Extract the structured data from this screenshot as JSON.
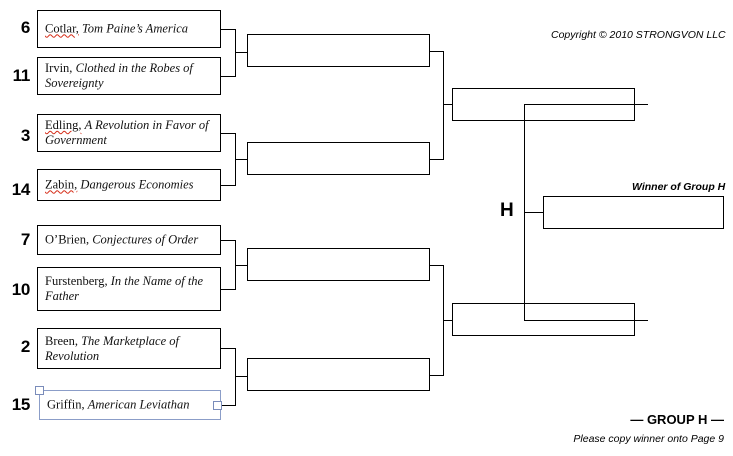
{
  "document": {
    "copyright": "Copyright © 2010 STRONGVON LLC",
    "group_letter": "H",
    "group_footer": "— GROUP H —",
    "footer_note": "Please copy winner onto Page 9",
    "winner_label": "Winner of Group H"
  },
  "bracket": {
    "round1": [
      {
        "seed": "6",
        "author": "Cotlar,",
        "title": "Tom Paine’s America",
        "misspelled": true,
        "selected": false
      },
      {
        "seed": "11",
        "author": "Irvin,",
        "title": "Clothed in the Robes of Sovereignty",
        "misspelled": false,
        "selected": false
      },
      {
        "seed": "3",
        "author": "Edling,",
        "title": "A Revolution in Favor of Government",
        "misspelled": true,
        "selected": false
      },
      {
        "seed": "14",
        "author": "Zabin,",
        "title": "Dangerous Economies",
        "misspelled": true,
        "selected": false
      },
      {
        "seed": "7",
        "author": "O’Brien,",
        "title": "Conjectures of Order",
        "misspelled": false,
        "selected": false
      },
      {
        "seed": "10",
        "author": "Furstenberg,",
        "title": "In the Name of the Father",
        "misspelled": false,
        "selected": false
      },
      {
        "seed": "2",
        "author": "Breen,",
        "title": "The Marketplace of Revolution",
        "misspelled": false,
        "selected": false
      },
      {
        "seed": "15",
        "author": "Griffin,",
        "title": "American Leviathan",
        "misspelled": false,
        "selected": true
      }
    ],
    "round2": [
      {
        "value": ""
      },
      {
        "value": ""
      },
      {
        "value": ""
      },
      {
        "value": ""
      }
    ],
    "round3": [
      {
        "value": ""
      },
      {
        "value": ""
      }
    ],
    "final": {
      "value": ""
    }
  },
  "colors": {
    "line": "#000000",
    "text": "#111111",
    "spellcheck": "#d42a15",
    "selection": "#8b9dc8",
    "handle_fill": "#ffffff",
    "handle_border": "#7a8cba"
  }
}
